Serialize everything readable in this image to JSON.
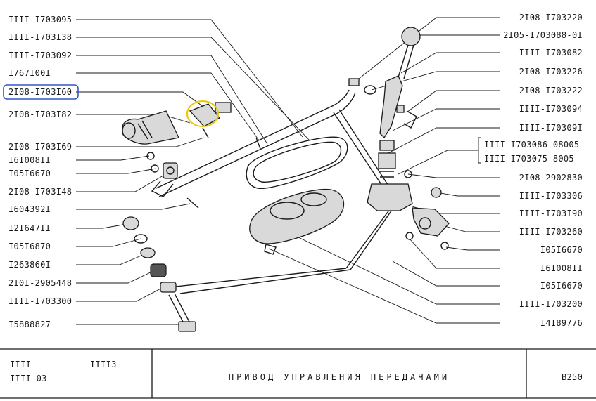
{
  "labels_left": [
    "IIII-I703095",
    "IIII-I703I38",
    "IIII-I703092",
    "I767I00I",
    "2I08-I703I60",
    "2I08-I703I82",
    "2I08-I703I69",
    "I6I008II",
    "I05I6670",
    "2I08-I703I48",
    "I604392I",
    "I2I647II",
    "I05I6870",
    "I263860I",
    "2I0I-2905448",
    "IIII-I703300",
    "I5888827"
  ],
  "labels_right": [
    "2I08-I703220",
    "2I05-I703088-0I",
    "IIII-I703082",
    "2I08-I703226",
    "2I08-I703222",
    "IIII-I703094",
    "IIII-I70309I",
    "2I08-2902830",
    "IIII-I703306",
    "IIII-I703I90",
    "IIII-I703260",
    "I05I6670",
    "I6I008II",
    "I05I6670",
    "IIII-I703200",
    "I4I89776"
  ],
  "bracket_group": {
    "line1": "IIII-I703086  08005",
    "line2": "IIII-I703075   8005"
  },
  "highlighted_label": "2I08-I703I60",
  "highlight_color": "#3355cc",
  "part_highlight_color": "#e6c800",
  "title_block": {
    "model_a": "IIII",
    "model_b": "IIII3",
    "model_c": "IIII-03",
    "title": "ПРИВОД УПРАВЛЕНИЯ ПЕРЕДАЧАМИ",
    "sheet": "B250"
  }
}
